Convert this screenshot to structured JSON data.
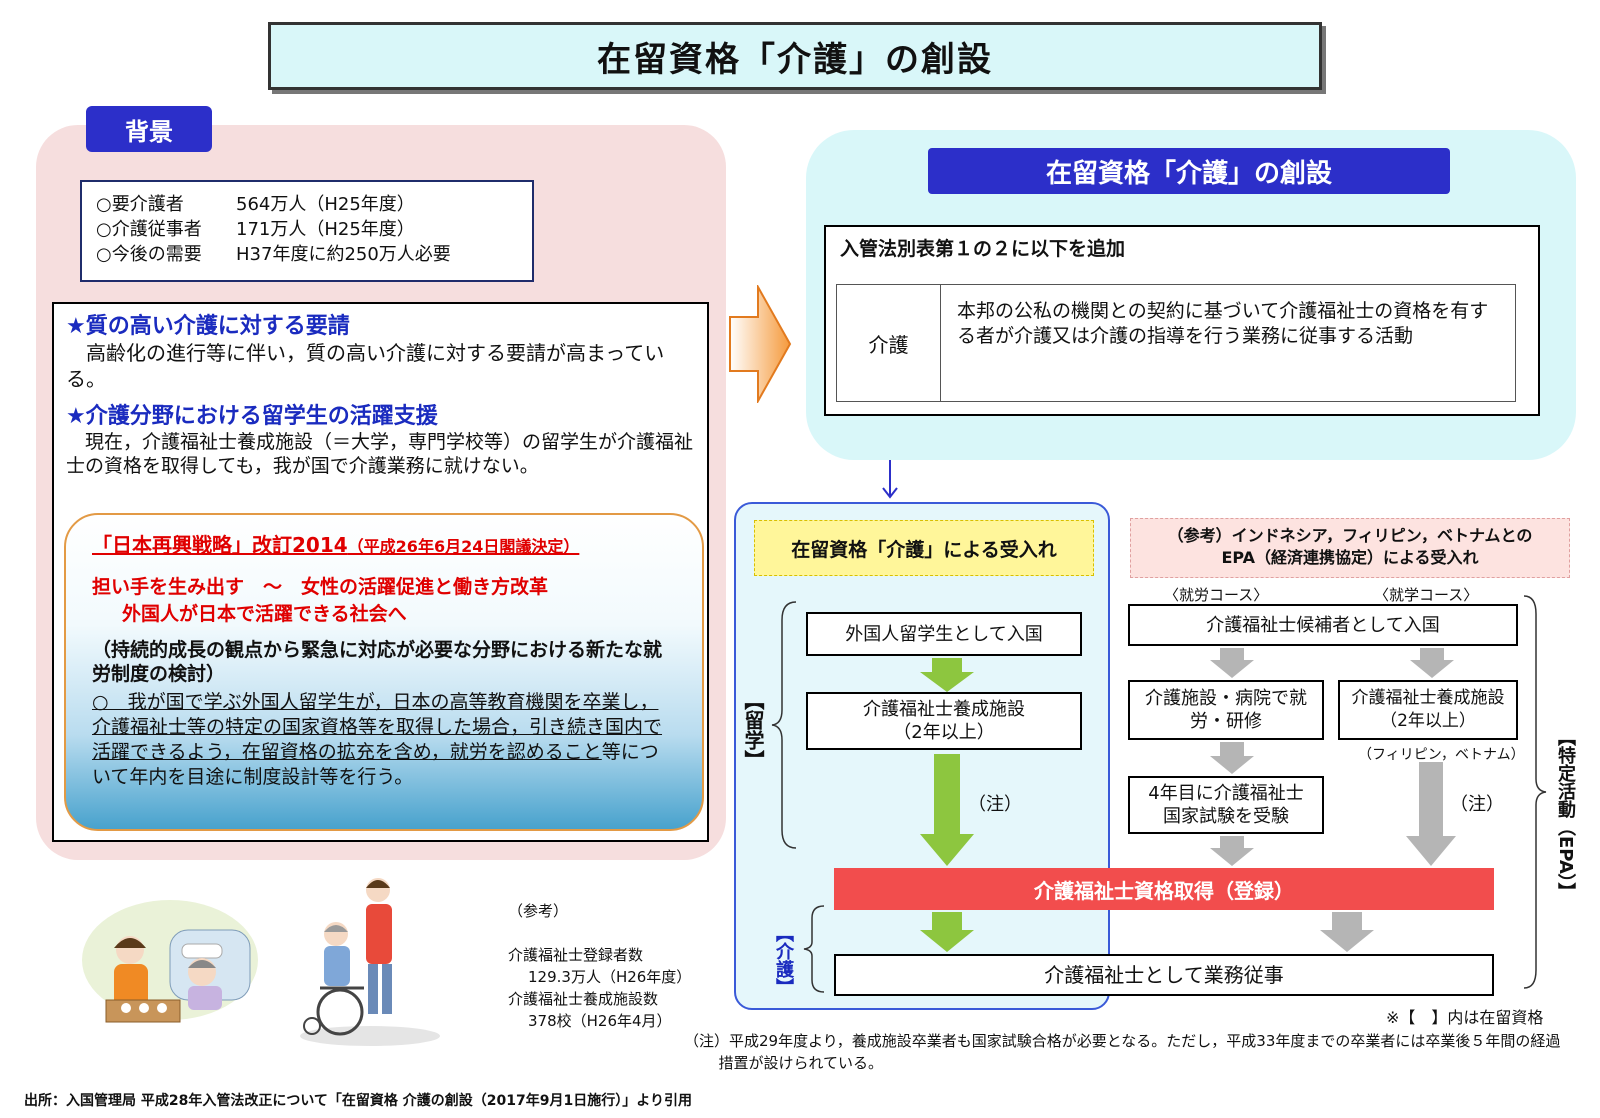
{
  "title": "在留資格「介護」の創設",
  "background": {
    "tab": "背景",
    "stats": [
      {
        "label": "○要介護者",
        "value": "564万人（H25年度）"
      },
      {
        "label": "○介護従事者",
        "value": "171万人（H25年度）"
      },
      {
        "label": "○今後の需要",
        "value": "H37年度に約250万人必要"
      }
    ],
    "heading1": "★質の高い介護に対する要請",
    "text1": "高齢化の進行等に伴い，質の高い介護に対する要請が高まっている。",
    "heading2": "★介護分野における留学生の活躍支援",
    "text2": "現在，介護福祉士養成施設（＝大学，専門学校等）の留学生が介護福祉士の資格を取得しても，我が国で介護業務に就けない。",
    "strategy": {
      "title": "「日本再興戦略」改訂2014",
      "title_note": "（平成26年6月24日閣議決定）",
      "line1": "担い手を生み出す　～　女性の活躍促進と働き方改革",
      "line2": "外国人が日本で活躍できる社会へ",
      "paren": "（持続的成長の観点から緊急に対応が必要な分野における新たな就労制度の検討）",
      "body_underlined": "○　我が国で学ぶ外国人留学生が，日本の高等教育機関を卒業し，介護福祉士等の特定の国家資格等を取得した場合，引き続き国内で活躍できるよう，在留資格の拡充を含め，就労を認めること",
      "body_rest": "等について年内を目途に制度設計等を行う。"
    }
  },
  "creation": {
    "tab": "在留資格「介護」の創設",
    "law_header": "入管法別表第１の２に以下を追加",
    "law_label": "介護",
    "law_text": "本邦の公私の機関との契約に基づいて介護福祉士の資格を有する者が介護又は介護の指導を行う業務に従事する活動"
  },
  "flow": {
    "left_title": "在留資格「介護」による受入れ",
    "ryugaku": "【留学】",
    "kaigo": "【介護】",
    "step_entry": "外国人留学生として入国",
    "step_school": "介護福祉士養成施設\n（2年以上）",
    "note_mark": "（注）",
    "epa_title": "（参考）インドネシア，フィリピン，ベトナムとの\nEPA（経済連携協定）による受入れ",
    "course_work": "〈就労コース〉",
    "course_study": "〈就学コース〉",
    "epa_entry": "介護福祉士候補者として入国",
    "epa_work": "介護施設・病院で就\n労・研修",
    "epa_school": "介護福祉士養成施設\n（2年以上）",
    "epa_school_note": "（フィリピン，ベトナム）",
    "epa_exam": "4年目に介護福祉士\n国家試験を受験",
    "epa_label": "【特定活動（EPA）】",
    "qualification": "介護福祉士資格取得（登録）",
    "work": "介護福祉士として業務従事",
    "legend": "※【　】内は在留資格",
    "footnote": "（注）平成29年度より，養成施設卒業者も国家試験合格が必要となる。ただし，平成33年度までの卒業者には卒業後５年間の経過措置が設けられている。"
  },
  "reference": {
    "title": "（参考）",
    "line1": "介護福祉士登録者数",
    "line2": "129.3万人（H26年度）",
    "line3": "介護福祉士養成施設数",
    "line4": "378校（H26年4月）"
  },
  "source": "出所：入国管理局 平成28年入管法改正について「在留資格 介護の創設（2017年9月1日施行）」より引用",
  "colors": {
    "tab_blue": "#2c2fc9",
    "green_arrow": "#8dc63f",
    "gray_arrow": "#b5b5b5",
    "red_bar": "#f24d4d"
  }
}
